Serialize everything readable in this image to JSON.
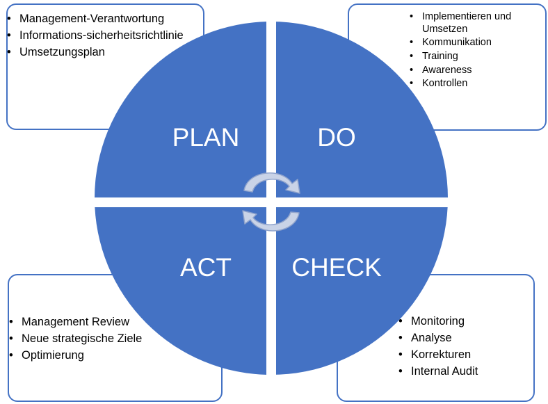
{
  "quadrants": {
    "plan": {
      "label": "PLAN",
      "items": [
        "Management-Verantwortung",
        "Informations-sicherheitsrichtlinie",
        "Umsetzungsplan"
      ]
    },
    "do": {
      "label": "DO",
      "items": [
        "Implementieren und Umsetzen",
        "Kommunikation",
        "Training",
        "Awareness",
        "Kontrollen"
      ]
    },
    "check": {
      "label": "CHECK",
      "items": [
        "Monitoring",
        "Analyse",
        "Korrekturen",
        "Internal Audit"
      ]
    },
    "act": {
      "label": "ACT",
      "items": [
        "Management Review",
        "Neue strategische Ziele",
        "Optimierung"
      ]
    }
  },
  "bullet": "•",
  "colors": {
    "circle_fill": "#4472c4",
    "box_border": "#4472c4",
    "arrow_fill": "#c9d3e7",
    "arrow_stroke": "#8fa3cc",
    "gap": "#ffffff"
  },
  "icons": {
    "cycle_arrows": "circular-arrows-icon"
  }
}
